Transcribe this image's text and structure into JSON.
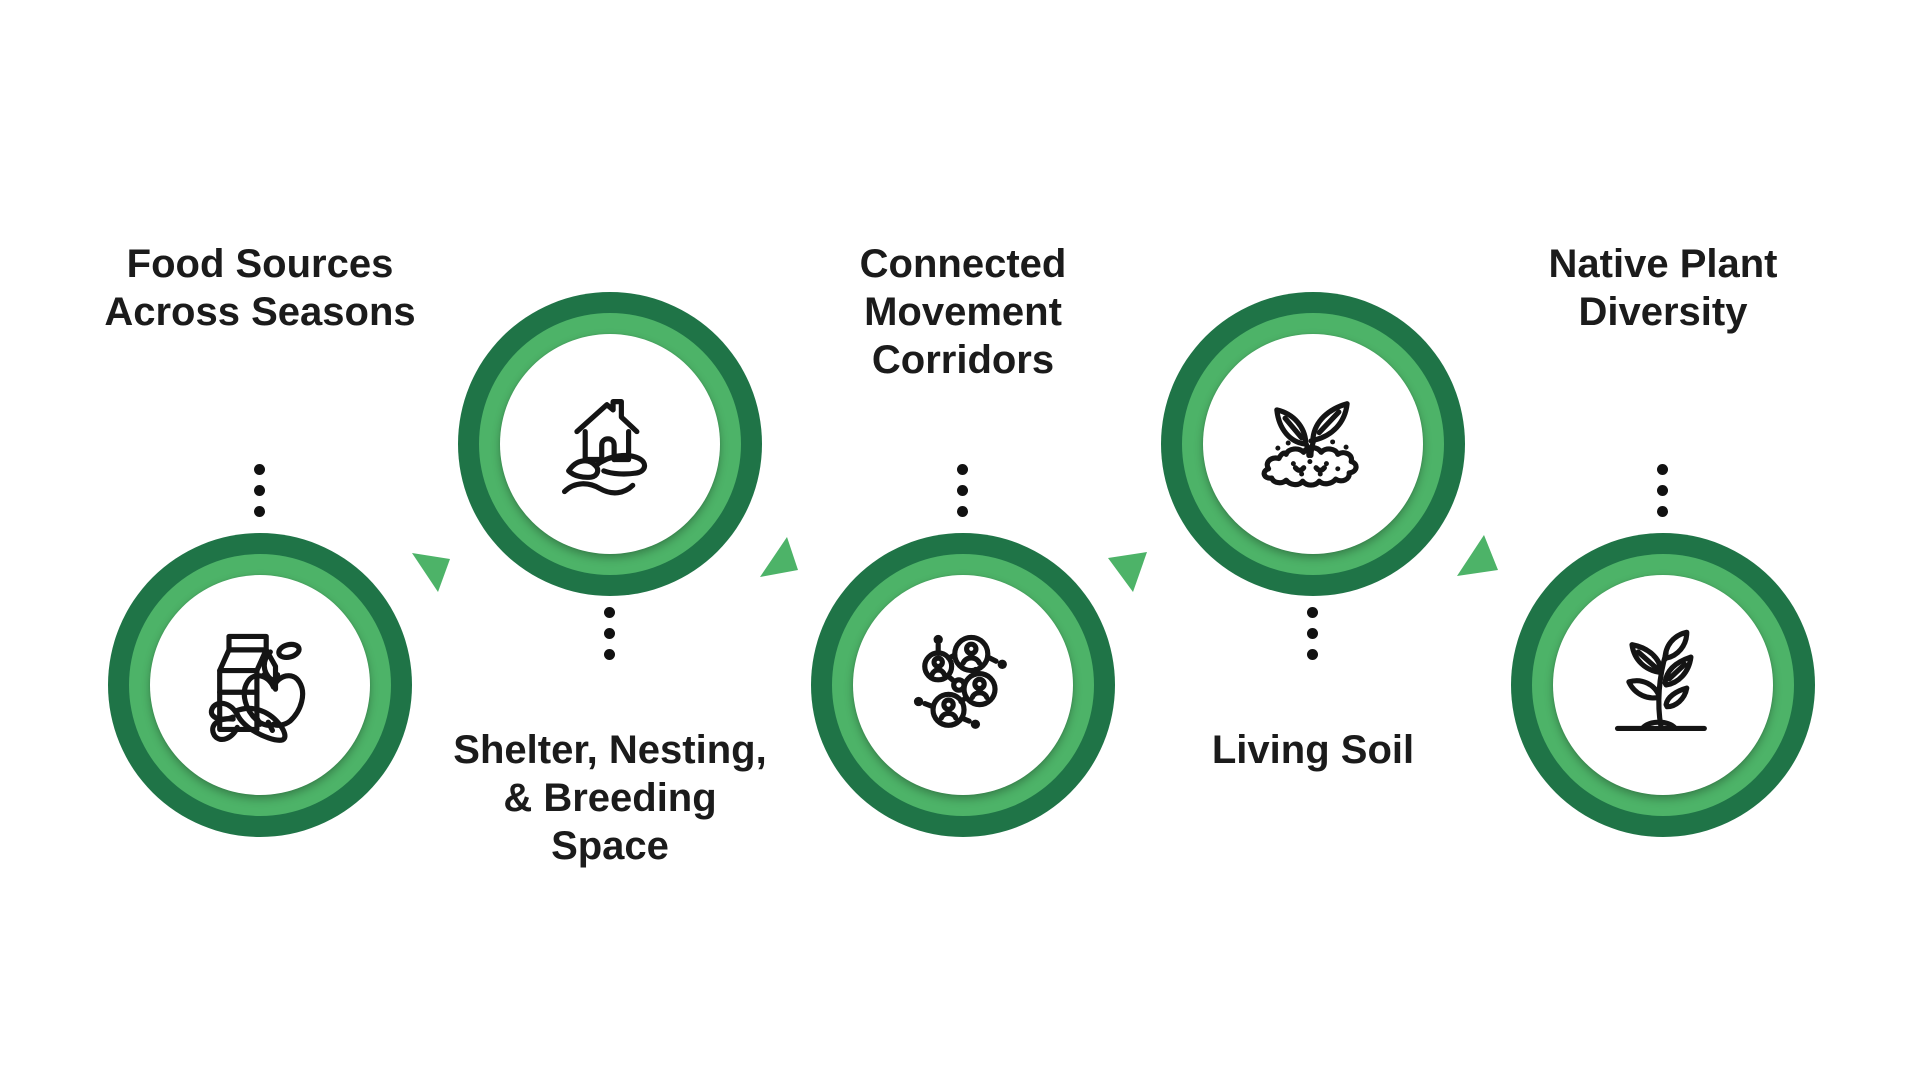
{
  "diagram": {
    "background": "#ffffff",
    "steps": [
      {
        "name": "food-sources",
        "label_lines": [
          "Food Sources",
          "Across Seasons"
        ],
        "icon": "milk-apple-carrot-icon",
        "label_position": "top",
        "circle_position": "lower"
      },
      {
        "name": "shelter",
        "label_lines": [
          "Shelter, Nesting,",
          "& Breeding",
          "Space"
        ],
        "icon": "house-in-hand-icon",
        "label_position": "bottom",
        "circle_position": "upper"
      },
      {
        "name": "corridors",
        "label_lines": [
          "Connected",
          "Movement",
          "Corridors"
        ],
        "icon": "connected-people-network-icon",
        "label_position": "top",
        "circle_position": "lower"
      },
      {
        "name": "living-soil",
        "label_lines": [
          "Living Soil"
        ],
        "icon": "sprout-in-soil-icon",
        "label_position": "bottom",
        "circle_position": "upper"
      },
      {
        "name": "native-plants",
        "label_lines": [
          "Native Plant",
          "Diversity"
        ],
        "icon": "native-plant-icon",
        "label_position": "top",
        "circle_position": "lower"
      }
    ],
    "connectors": {
      "dotted_links": 5,
      "dots_per_link": 3,
      "triangle_arrows": 4
    },
    "colors": {
      "ring_outer_green": "#1f7447",
      "ring_inner_green": "#4db368",
      "triangle_green": "#4db368",
      "icon_stroke": "#141414",
      "text": "#1b1b1b",
      "disk": "#ffffff"
    }
  }
}
